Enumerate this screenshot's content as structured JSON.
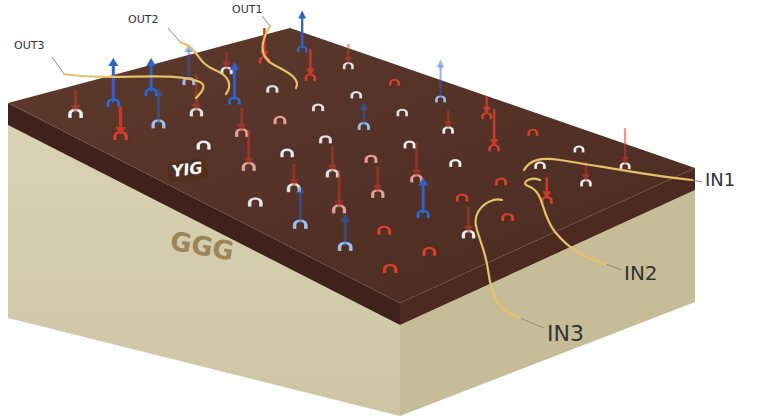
{
  "diagram": {
    "labels": [
      "OUT3",
      "OUT2",
      "OUT1",
      "YIG",
      "GGG",
      "IN1",
      "IN2",
      "IN3"
    ]
  }
}
